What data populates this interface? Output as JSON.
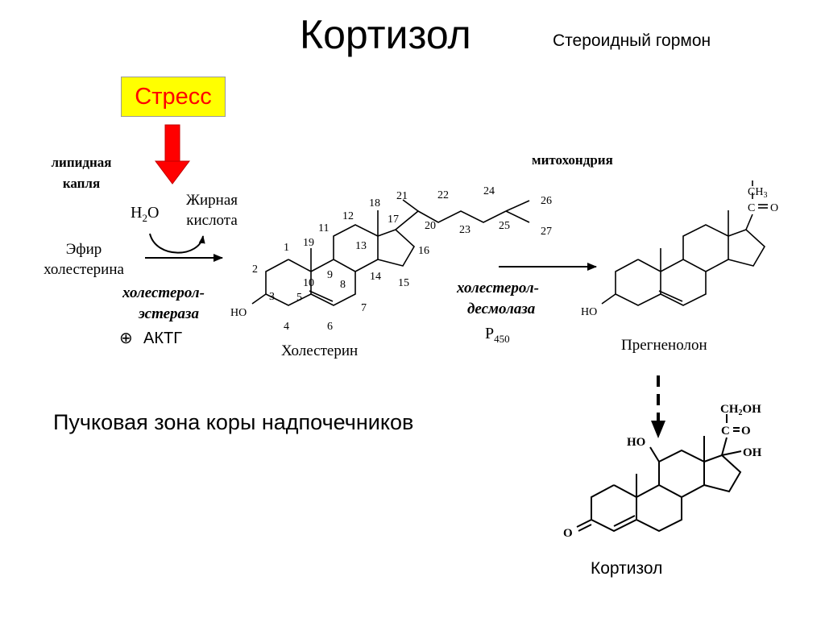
{
  "header": {
    "title": "Кортизол",
    "subtitle": "Стероидный гормон"
  },
  "stress_box": {
    "label": "Стресс"
  },
  "left": {
    "lipid_line1": "липидная",
    "lipid_line2": "капля",
    "h2o": "H",
    "h2o_sub": "2",
    "h2o_o": "O",
    "fatty1": "Жирная",
    "fatty2": "кислота",
    "ester1": "Эфир",
    "ester2": "холестерина",
    "enzyme1": "холестерол-",
    "enzyme2": "эстераза",
    "plus": "⊕",
    "actg": "АКТГ"
  },
  "middle": {
    "mito": "митохондрия",
    "enzyme1": "холестерол-",
    "enzyme2": "десмолаза",
    "p": "P",
    "p_sub": "450"
  },
  "cholesterol": {
    "name": "Холестерин",
    "ho": "HO",
    "numbers": [
      "1",
      "2",
      "3",
      "4",
      "5",
      "6",
      "7",
      "8",
      "9",
      "10",
      "11",
      "12",
      "13",
      "14",
      "15",
      "16",
      "17",
      "18",
      "19",
      "20",
      "21",
      "22",
      "23",
      "24",
      "25",
      "26",
      "27"
    ]
  },
  "pregnenolone": {
    "name": "Прегненолон",
    "ho": "HO",
    "ch3": "CH",
    "ch3_sub": "3",
    "c": "C",
    "o": "O"
  },
  "cortisol": {
    "name": "Кортизол",
    "ho": "HO",
    "oh": "OH",
    "ch2oh_a": "CH",
    "ch2oh_sub": "2",
    "ch2oh_b": "OH",
    "c": "C",
    "o": "O",
    "ketone_o": "O"
  },
  "zone": {
    "label": "Пучковая зона коры надпочечников"
  },
  "colors": {
    "stress_bg": "#ffff00",
    "stress_text": "#ff0000",
    "arrow_red": "#ff0000",
    "ink": "#000000"
  }
}
